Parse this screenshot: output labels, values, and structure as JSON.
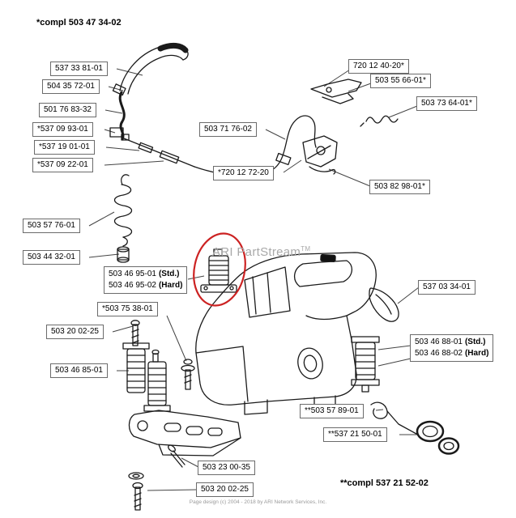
{
  "page": {
    "compl_top": "*compl 503 47 34-02",
    "compl_bottom": "**compl 537 21 52-02",
    "watermark": "ARI PartStream",
    "watermark_tm": "TM",
    "footer": "Page design (c) 2004 - 2018 by ARI Network Services, Inc."
  },
  "colors": {
    "highlight_circle": "#cc2222",
    "line_art": "#1a1a1a"
  },
  "labels": [
    {
      "text": "537 33 81-01"
    },
    {
      "text": "504 35 72-01"
    },
    {
      "text": "501 76 83-32"
    },
    {
      "text": "*537 09 93-01"
    },
    {
      "text": "*537 19 01-01"
    },
    {
      "text": "*537 09 22-01"
    },
    {
      "text": "503 57 76-01"
    },
    {
      "text": "503 44 32-01"
    },
    {
      "text": "*503 75 38-01"
    },
    {
      "text": "503 20 02-25"
    },
    {
      "text": "503 46 85-01"
    },
    {
      "text": "503 71 76-02"
    },
    {
      "text": "*720 12 72-20"
    },
    {
      "text": "720 12 40-20*"
    },
    {
      "text": "503 55 66-01*"
    },
    {
      "text": "503 73 64-01*"
    },
    {
      "text": "503 82 98-01*"
    },
    {
      "text": "537 03 34-01"
    },
    {
      "text": "**503 57 89-01"
    },
    {
      "text": "**537 21 50-01"
    },
    {
      "text": "503 23 00-35"
    },
    {
      "text": "503 20 02-25"
    }
  ],
  "dual_labels": [
    {
      "rows": [
        {
          "num": "503 46 95-01",
          "suffix": "(Std.)"
        },
        {
          "num": "503 46 95-02",
          "suffix": "(Hard)"
        }
      ]
    },
    {
      "rows": [
        {
          "num": "503 46 88-01",
          "suffix": "(Std.)"
        },
        {
          "num": "503 46 88-02",
          "suffix": "(Hard)"
        }
      ]
    }
  ]
}
